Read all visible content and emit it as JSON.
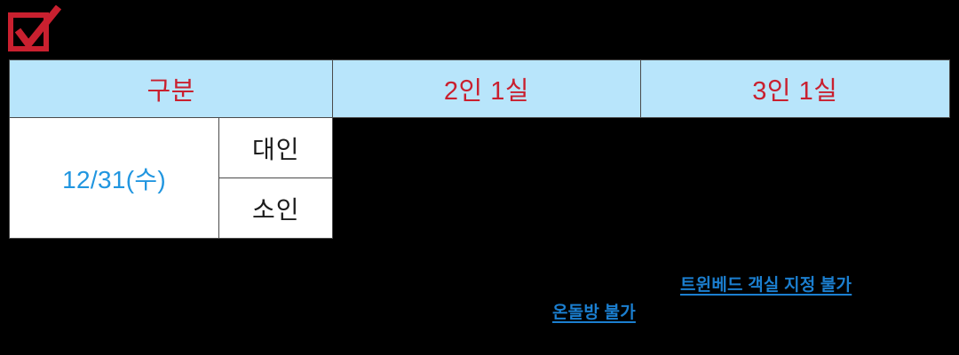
{
  "colors": {
    "background": "#000000",
    "header_fill": "#b8e5fb",
    "header_text": "#c9202f",
    "date_text": "#2196e0",
    "annotation_text": "#1b7fd0",
    "cell_fill": "#ffffff",
    "stamp": "#c9202f",
    "border": "#4a4a4a"
  },
  "stamp": {
    "icon": "checkbox-checked-icon"
  },
  "table": {
    "headers": [
      "구분",
      "2인 1실",
      "3인 1실"
    ],
    "rows": [
      {
        "date": "12/31(수)",
        "types": [
          "대인",
          "소인"
        ],
        "values": [
          [
            "",
            ""
          ],
          [
            "",
            ""
          ]
        ]
      }
    ]
  },
  "annotations": [
    {
      "text": "트윈베드 객실 지정 불가",
      "name": "annotation-twin-bed"
    },
    {
      "text": "온돌방 불가",
      "name": "annotation-ondol"
    }
  ]
}
